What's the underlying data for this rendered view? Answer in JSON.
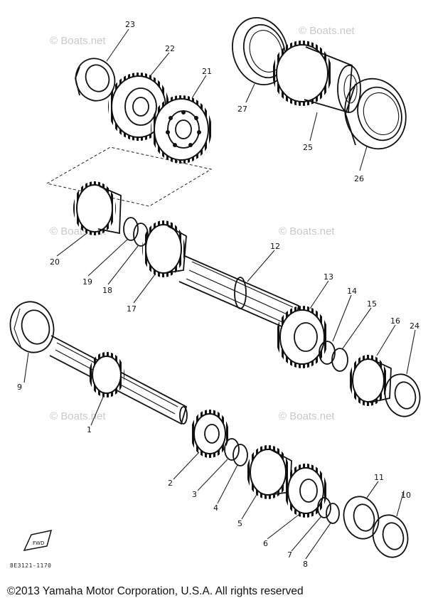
{
  "watermark": "© Boats.net",
  "drawing_code": "8E3121-1170",
  "fwd_label": "FWD",
  "copyright": "©2013 Yamaha Motor Corporation, U.S.A. All rights reserved",
  "part_numbers": [
    "1",
    "2",
    "3",
    "4",
    "5",
    "6",
    "7",
    "8",
    "9",
    "10",
    "11",
    "12",
    "13",
    "14",
    "15",
    "16",
    "17",
    "18",
    "19",
    "20",
    "21",
    "22",
    "23",
    "24",
    "25",
    "26",
    "27"
  ]
}
